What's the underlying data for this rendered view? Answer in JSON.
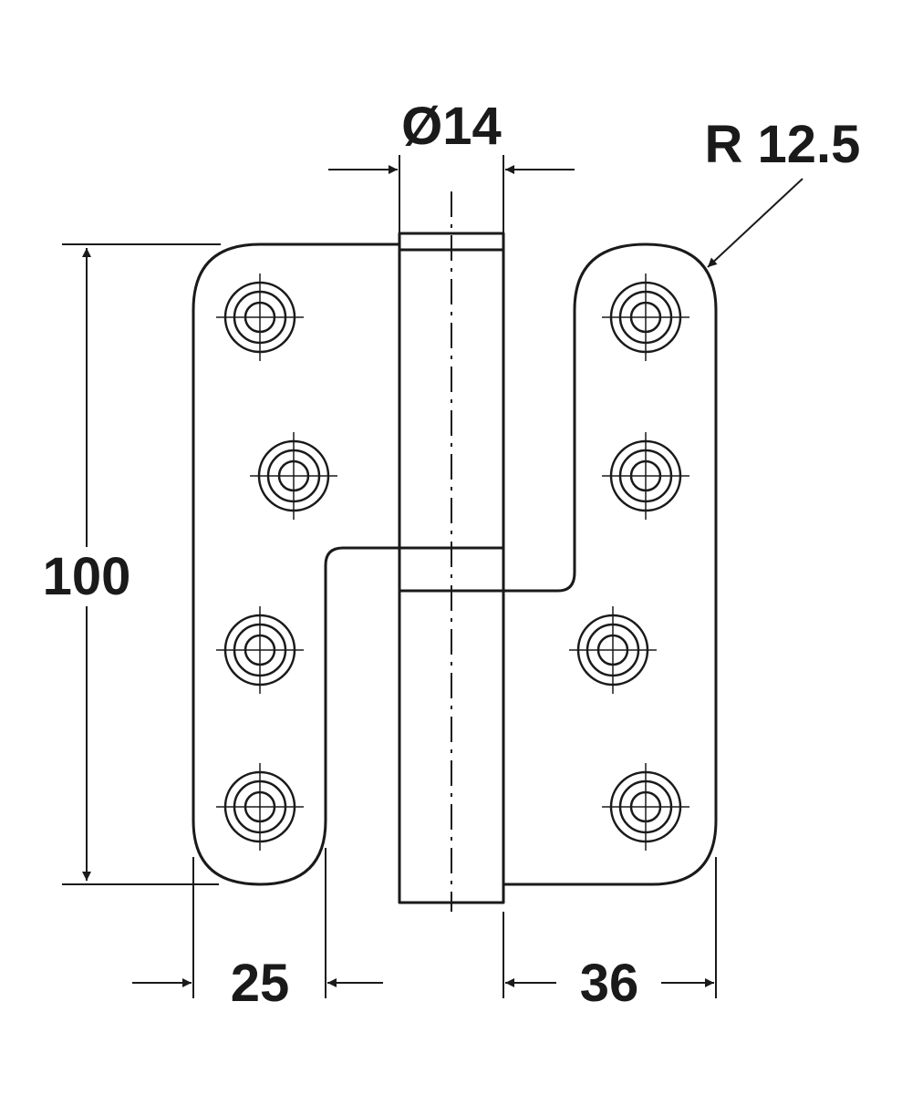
{
  "dimensions": {
    "pin_diameter": "Ø14",
    "corner_radius": "R 12.5",
    "height": "100",
    "left_leaf_width": "25",
    "right_leaf_width": "36"
  },
  "colors": {
    "line": "#1a1a1a",
    "background": "#ffffff"
  }
}
